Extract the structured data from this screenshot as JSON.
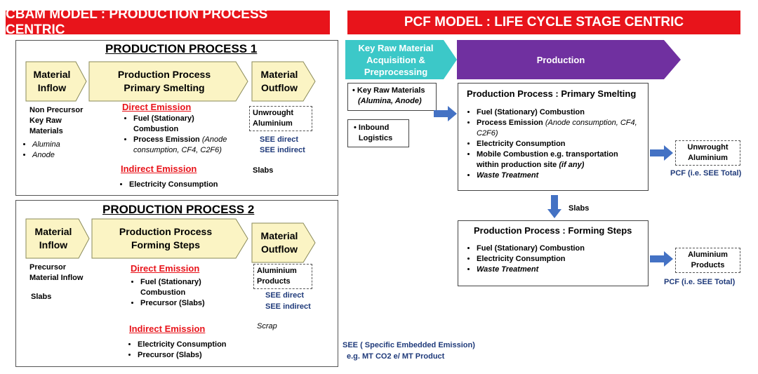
{
  "banners": {
    "left": "CBAM MODEL : PRODUCTION PROCESS CENTRIC",
    "right": "PCF MODEL : LIFE CYCLE STAGE CENTRIC"
  },
  "process1": {
    "title": "PRODUCTION PROCESS 1",
    "inflow": "Material\nInflow",
    "process": "Production Process\nPrimary Smelting",
    "outflow": "Material\nOutflow",
    "inputs_title": "Non Precursor\nKey Raw\nMaterials",
    "inputs": [
      "Alumina",
      "Anode"
    ],
    "direct_title": "Direct Emission",
    "direct_items": [
      "Fuel (Stationary)\nCombustion",
      "Process Emission"
    ],
    "direct_item2_suffix": "(Anode",
    "direct_item2_line2": "consumption, CF4, C2F6)",
    "indirect_title": "Indirect Emission",
    "indirect_items": [
      "Electricity Consumption"
    ],
    "product": "Unwrought\nAluminium",
    "see_direct": "SEE direct",
    "see_indirect": "SEE indirect",
    "slabs": "Slabs"
  },
  "process2": {
    "title": "PRODUCTION PROCESS 2",
    "inflow": "Material\nInflow",
    "process": "Production Process\nForming Steps",
    "outflow": "Material\nOutflow",
    "inputs_title": "Precursor\nMaterial Inflow",
    "inputs_slabs": "Slabs",
    "direct_title": "Direct Emission",
    "direct_items": [
      "Fuel (Stationary)\nCombustion",
      "Precursor (Slabs)"
    ],
    "indirect_title": "Indirect Emission",
    "indirect_items": [
      "Electricity Consumption",
      "Precursor (Slabs)"
    ],
    "product": "Aluminium\nProducts",
    "see_direct": "SEE direct",
    "see_indirect": "SEE indirect",
    "scrap": "Scrap"
  },
  "see_note": {
    "line1": "SEE ( Specific Embedded Emission)",
    "line2": "e.g. MT CO2 e/ MT Product"
  },
  "pcf": {
    "stage1": "Key Raw Material\nAcquisition &\nPreprocessing",
    "stage2": "Production",
    "raw_materials": "Key Raw Materials",
    "raw_materials_sub": "(Alumina, Anode)",
    "inbound": "Inbound\nLogistics",
    "smelting_title": "Production Process  : Primary Smelting",
    "smelting_items": [
      "Fuel (Stationary) Combustion",
      "Process Emission",
      "Electricity Consumption",
      "Mobile Combustion e.g. transportation"
    ],
    "smelting_item2_suffix": "(Anode consumption, CF4,",
    "smelting_item2_line2": "C2F6)",
    "smelting_item4_line2": "within production site",
    "smelting_item4_suffix": "(if any)",
    "smelting_item5": "Waste Treatment",
    "product1": "Unwrought\nAluminium",
    "pcf1": "PCF (i.e. SEE Total)",
    "slabs": "Slabs",
    "forming_title": "Production Process  : Forming Steps",
    "forming_items": [
      "Fuel (Stationary) Combustion",
      "Electricity Consumption"
    ],
    "forming_item3": "Waste Treatment",
    "product2": "Aluminium\nProducts",
    "pcf2": "PCF (i.e. SEE Total)"
  },
  "colors": {
    "banner": "#e8141b",
    "chevron_fill": "#fbf4c4",
    "stage1_fill": "#3cc8c8",
    "stage2_fill": "#7030a0",
    "arrow": "#4472c4",
    "navy_text": "#1f3a7a"
  }
}
